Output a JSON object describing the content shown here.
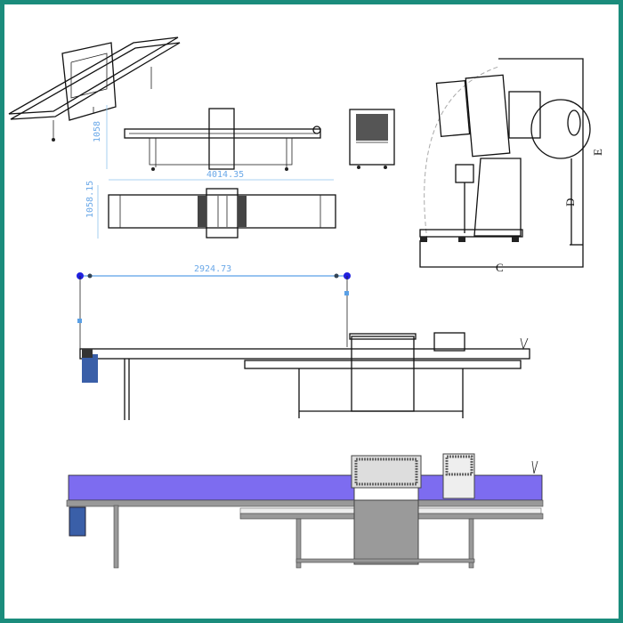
{
  "drawing": {
    "overall_dimension": "2924.73",
    "front_view_width": "4014.35",
    "front_view_height": "1058",
    "top_view_depth": "1058.15",
    "mixer_labels": {
      "c": "C",
      "d": "D",
      "e": "E"
    }
  },
  "colors": {
    "frame_border": "#1b8c7c",
    "belt": "#7d6cf0",
    "motor": "#3a5fa8",
    "dimension": "#6aa8e8",
    "handle": "#2020e0"
  }
}
